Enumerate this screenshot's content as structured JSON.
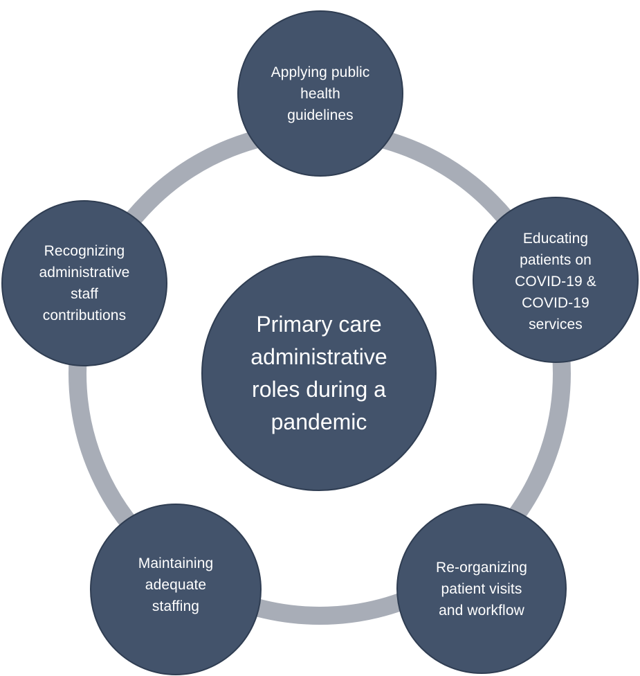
{
  "diagram": {
    "center": {
      "label": "Primary care\nadministrative\nroles during a\npandemic"
    },
    "nodes": [
      {
        "id": "top",
        "label": "Applying public\nhealth\nguidelines"
      },
      {
        "id": "right",
        "label": "Educating\npatients on\nCOVID-19 &\nCOVID-19\nservices"
      },
      {
        "id": "bottom-right",
        "label": "Re-organizing\npatient visits\nand workflow"
      },
      {
        "id": "bottom-left",
        "label": "Maintaining\nadequate\nstaffing"
      },
      {
        "id": "left",
        "label": "Recognizing\nadministrative\nstaff\ncontributions"
      }
    ]
  },
  "colors": {
    "node_fill": "#43536b",
    "node_border": "#2f3d52",
    "ring": "#a8adb7",
    "text": "#ffffff"
  }
}
